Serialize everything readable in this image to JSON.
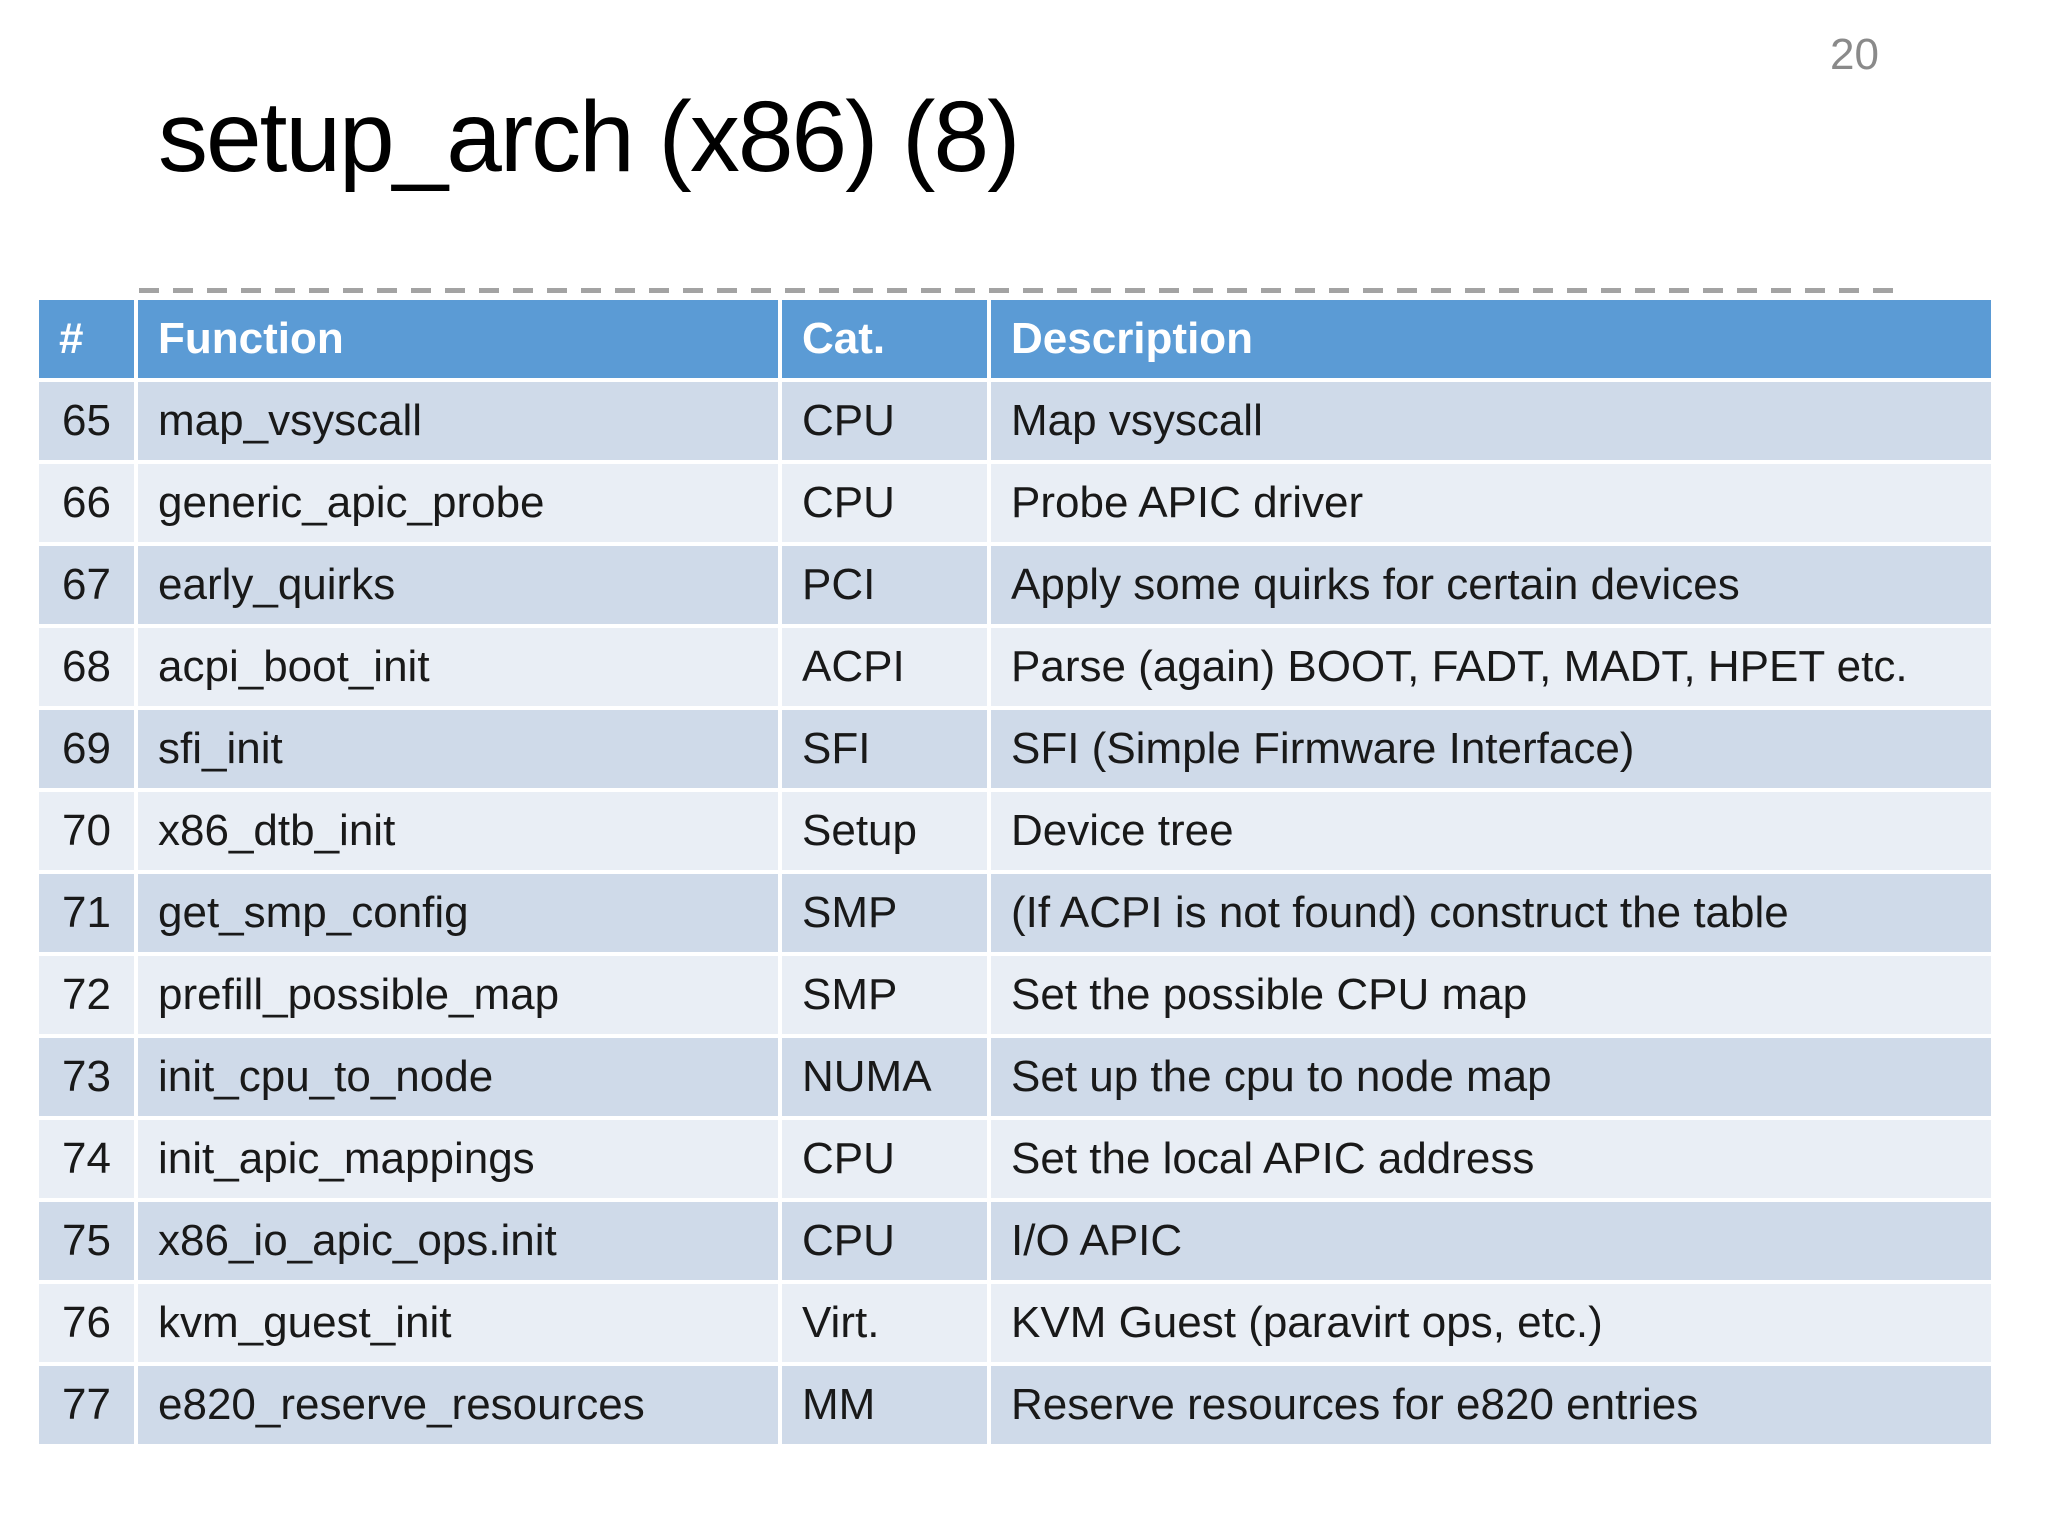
{
  "slide": {
    "page_number": "20",
    "title": "setup_arch (x86) (8)"
  },
  "table": {
    "columns": [
      "#",
      "Function",
      "Cat.",
      "Description"
    ],
    "rows": [
      {
        "num": "65",
        "function": "map_vsyscall",
        "cat": "CPU",
        "description": "Map vsyscall"
      },
      {
        "num": "66",
        "function": "generic_apic_probe",
        "cat": "CPU",
        "description": "Probe APIC driver"
      },
      {
        "num": "67",
        "function": "early_quirks",
        "cat": "PCI",
        "description": "Apply some quirks for certain devices"
      },
      {
        "num": "68",
        "function": "acpi_boot_init",
        "cat": "ACPI",
        "description": "Parse (again) BOOT, FADT, MADT, HPET etc."
      },
      {
        "num": "69",
        "function": "sfi_init",
        "cat": "SFI",
        "description": "SFI (Simple Firmware Interface)"
      },
      {
        "num": "70",
        "function": "x86_dtb_init",
        "cat": "Setup",
        "description": "Device tree"
      },
      {
        "num": "71",
        "function": "get_smp_config",
        "cat": "SMP",
        "description": "(If ACPI is not found) construct the table"
      },
      {
        "num": "72",
        "function": "prefill_possible_map",
        "cat": "SMP",
        "description": "Set the possible CPU map"
      },
      {
        "num": "73",
        "function": "init_cpu_to_node",
        "cat": "NUMA",
        "description": "Set up the cpu to node map"
      },
      {
        "num": "74",
        "function": "init_apic_mappings",
        "cat": "CPU",
        "description": "Set the local APIC address"
      },
      {
        "num": "75",
        "function": "x86_io_apic_ops.init",
        "cat": "CPU",
        "description": "I/O APIC"
      },
      {
        "num": "76",
        "function": "kvm_guest_init",
        "cat": "Virt.",
        "description": "KVM Guest (paravirt ops, etc.)"
      },
      {
        "num": "77",
        "function": "e820_reserve_resources",
        "cat": "MM",
        "description": "Reserve resources for e820 entries"
      }
    ]
  },
  "colors": {
    "header_bg": "#5b9bd5",
    "header_text": "#ffffff",
    "row_odd_bg": "#cfdae9",
    "row_even_bg": "#e9eef5",
    "body_text": "#191919",
    "title_text": "#000000",
    "page_number_text": "#8a8a8a",
    "dash_color": "#a3a3a3"
  }
}
